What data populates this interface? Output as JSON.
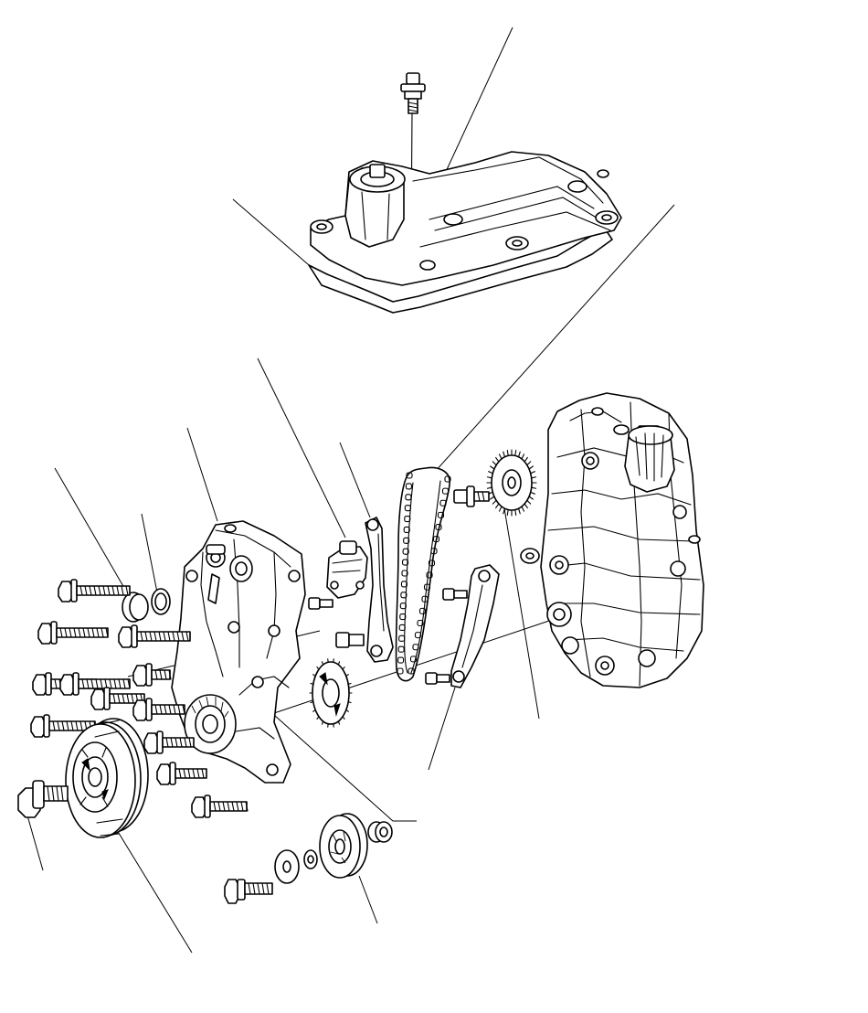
{
  "diagram": {
    "colors": {
      "line": "#000000",
      "background": "#ffffff"
    },
    "parts": [
      {
        "id": "valve-cover-bolt"
      },
      {
        "id": "cylinder-head-cover"
      },
      {
        "id": "head-cover-gasket"
      },
      {
        "id": "cam-chain"
      },
      {
        "id": "chain-tensioner"
      },
      {
        "id": "tensioner-arm"
      },
      {
        "id": "chain-guide"
      },
      {
        "id": "camshaft-sprocket"
      },
      {
        "id": "crankshaft-sprocket"
      },
      {
        "id": "chain-case"
      },
      {
        "id": "oil-seal"
      },
      {
        "id": "cap"
      },
      {
        "id": "crankshaft-pulley"
      },
      {
        "id": "crankshaft-pulley-bolt"
      },
      {
        "id": "idler-pulley"
      },
      {
        "id": "engine-block"
      }
    ]
  }
}
